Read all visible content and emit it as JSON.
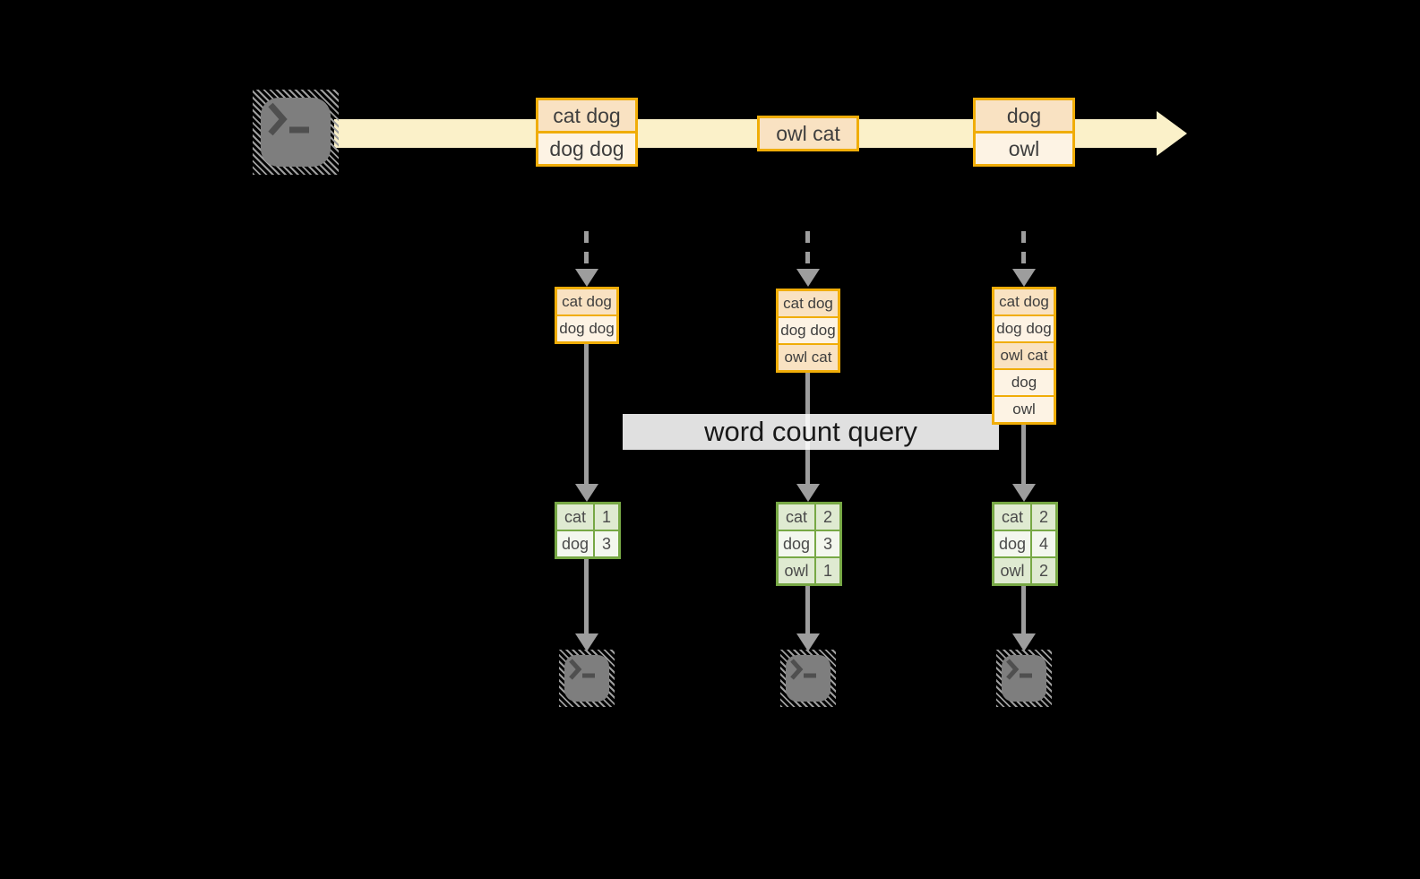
{
  "diagram": {
    "query_label": "word count query",
    "stream": {
      "source_icon": "terminal-icon",
      "events": [
        {
          "cells": [
            "cat dog",
            "dog dog"
          ]
        },
        {
          "cells": [
            "owl cat"
          ]
        },
        {
          "cells": [
            "dog",
            "owl"
          ]
        }
      ]
    },
    "columns": [
      {
        "buffer": [
          "cat dog",
          "dog dog"
        ],
        "counts": [
          {
            "word": "cat",
            "value": "1"
          },
          {
            "word": "dog",
            "value": "3"
          }
        ],
        "sink_icon": "terminal-icon"
      },
      {
        "buffer": [
          "cat dog",
          "dog dog",
          "owl cat"
        ],
        "counts": [
          {
            "word": "cat",
            "value": "2"
          },
          {
            "word": "dog",
            "value": "3"
          },
          {
            "word": "owl",
            "value": "1"
          }
        ],
        "sink_icon": "terminal-icon"
      },
      {
        "buffer": [
          "cat dog",
          "dog dog",
          "owl cat",
          "dog",
          "owl"
        ],
        "counts": [
          {
            "word": "cat",
            "value": "2"
          },
          {
            "word": "dog",
            "value": "4"
          },
          {
            "word": "owl",
            "value": "2"
          }
        ],
        "sink_icon": "terminal-icon"
      }
    ],
    "colors": {
      "background": "#000000",
      "stream_fill": "#fbf1c9",
      "event_fill_dark": "#f9e2c2",
      "event_fill_light": "#fdf3e4",
      "event_border": "#f0ad08",
      "table_border": "#77a845",
      "table_fill_dark": "#dfead1",
      "table_fill_light": "#f3f7ee",
      "arrow_gray": "#9d9d9d",
      "terminal_gray": "#7e7e7e",
      "label_bg": "#ffffff"
    }
  }
}
